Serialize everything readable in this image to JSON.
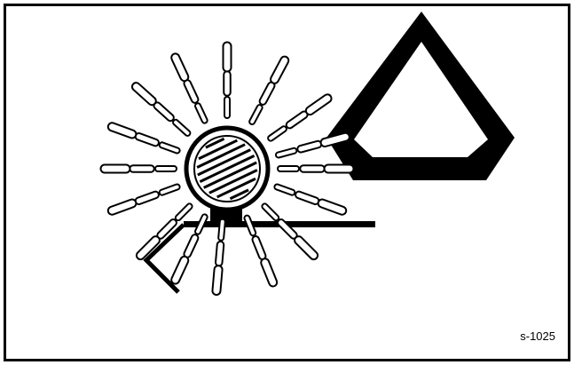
{
  "figure": {
    "reference_code": "s-1025",
    "colors": {
      "ink": "#000000",
      "paper": "#ffffff"
    },
    "parts": [
      "rotating-beacon-lamp",
      "light-rays",
      "mounting-bar",
      "slow-moving-vehicle-triangle"
    ]
  }
}
